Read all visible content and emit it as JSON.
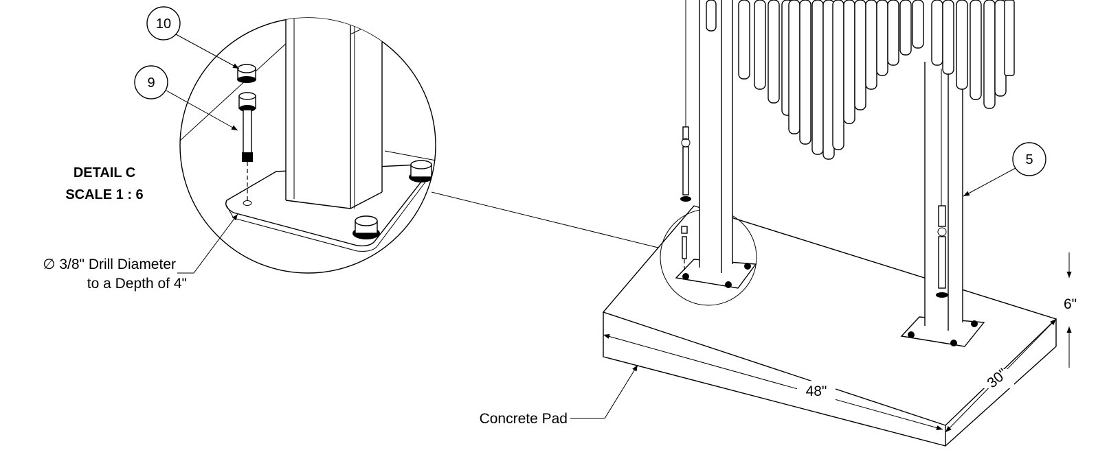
{
  "detail": {
    "title": "DETAIL C",
    "scale": "SCALE 1 : 6"
  },
  "balloons": {
    "b10": "10",
    "b9": "9",
    "b5": "5"
  },
  "notes": {
    "drill_line1": "∅ 3/8\" Drill Diameter",
    "drill_line2": "to a Depth of 4\"",
    "pad": "Concrete Pad"
  },
  "dimensions": {
    "length": "48\"",
    "width": "30\"",
    "height": "6\""
  }
}
